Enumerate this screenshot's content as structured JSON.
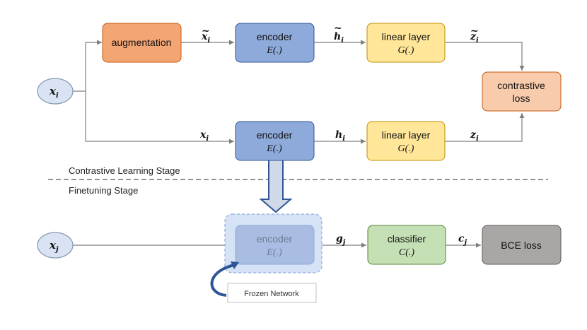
{
  "nodes": {
    "input_top": {
      "base": "x",
      "sub": "i"
    },
    "input_bottom": {
      "base": "x",
      "sub": "j"
    },
    "augmentation": {
      "label": "augmentation"
    },
    "encoder_aug": {
      "label": "encoder",
      "fn": "E(.)"
    },
    "encoder_orig": {
      "label": "encoder",
      "fn": "E(.)"
    },
    "linear_aug": {
      "label": "linear layer",
      "fn": "G(.)"
    },
    "linear_orig": {
      "label": "linear layer",
      "fn": "G(.)"
    },
    "contrastive_loss": {
      "line1": "contrastive",
      "line2": "loss"
    },
    "encoder_frozen": {
      "label": "encoder",
      "fn": "E(.)"
    },
    "classifier": {
      "label": "classifier",
      "fn": "C(.)"
    },
    "bce_loss": {
      "label": "BCE loss"
    }
  },
  "edge_labels": {
    "x_tilde_i": {
      "base": "x",
      "accent": "~",
      "sub": "i"
    },
    "h_tilde_i": {
      "base": "h",
      "accent": "~",
      "sub": "i"
    },
    "z_tilde_i": {
      "base": "z",
      "accent": "~",
      "sub": "i"
    },
    "x_i": {
      "base": "x",
      "sub": "i"
    },
    "h_i": {
      "base": "h",
      "sub": "i"
    },
    "z_i": {
      "base": "z",
      "sub": "i"
    },
    "g_j": {
      "base": "g",
      "sub": "j"
    },
    "c_j": {
      "base": "c",
      "sub": "j"
    }
  },
  "stages": {
    "top": "Contrastive Learning Stage",
    "bottom": "Finetuning Stage"
  },
  "frozen_label": "Frozen Network",
  "colors": {
    "augmentation": "#f4a574",
    "encoder": "#8eaadb",
    "linear": "#ffe699",
    "loss": "#f8cbad",
    "classifier": "#c5e0b4",
    "bce": "#aaa6a6",
    "input": "#dae3f3",
    "frozen_region": "#d6e2f5",
    "arrow": "#7f7f7f"
  }
}
